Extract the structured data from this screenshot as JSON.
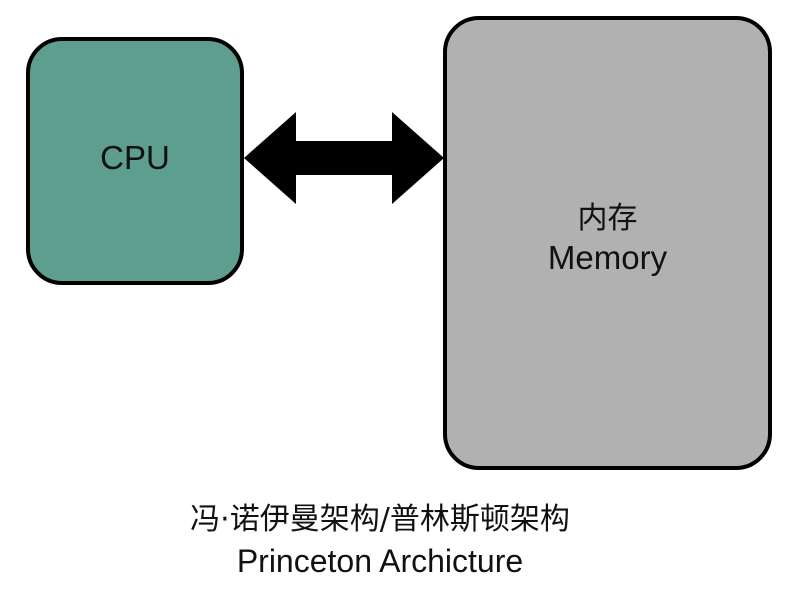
{
  "nodes": {
    "cpu": {
      "label": "CPU",
      "fill": "#5e9e8f"
    },
    "memory": {
      "label_cn": "内存",
      "label_en": "Memory",
      "fill": "#b1b1b1"
    }
  },
  "edges": [
    {
      "from": "cpu",
      "to": "memory",
      "direction": "bidirectional",
      "color": "#000000"
    }
  ],
  "caption": {
    "cn": "冯·诺伊曼架构/普林斯顿架构",
    "en": "Princeton Archicture"
  }
}
